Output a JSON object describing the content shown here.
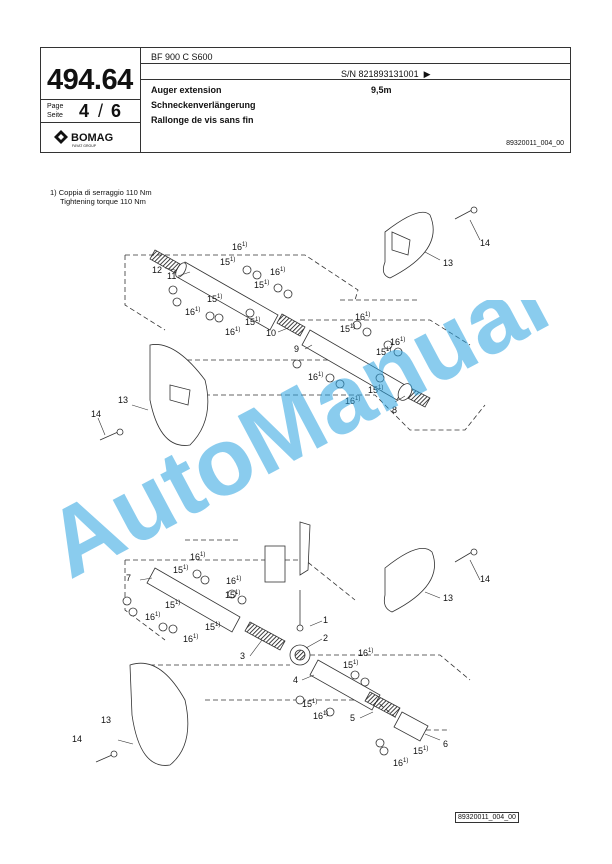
{
  "header": {
    "part_number": "494.64",
    "page_label_en": "Page",
    "page_label_de": "Seite",
    "page_current": "4",
    "page_separator": "/",
    "page_total": "6",
    "brand": "BOMAG",
    "brand_sub": "FAYAT GROUP",
    "model": "BF 900 C S600",
    "serial": "S/N 821893131001",
    "serial_arrow": "▶",
    "desc_en": "Auger extension",
    "desc_de": "Schneckenverlängerung",
    "desc_fr": "Rallonge de vis sans fin",
    "length": "9,5m",
    "doc_id": "89320011_004_00"
  },
  "notes": {
    "line1": "1)  Coppia di serraggio 110 Nm",
    "line2": "Tightening torque 110 Nm"
  },
  "watermark": "AutoManual",
  "footer": {
    "doc_id": "89320011_004_00"
  },
  "callouts": [
    "1",
    "2",
    "3",
    "4",
    "5",
    "6",
    "7",
    "8",
    "9",
    "10",
    "11",
    "12",
    "13",
    "14",
    "15",
    "16"
  ],
  "footnote_mark": "1)"
}
